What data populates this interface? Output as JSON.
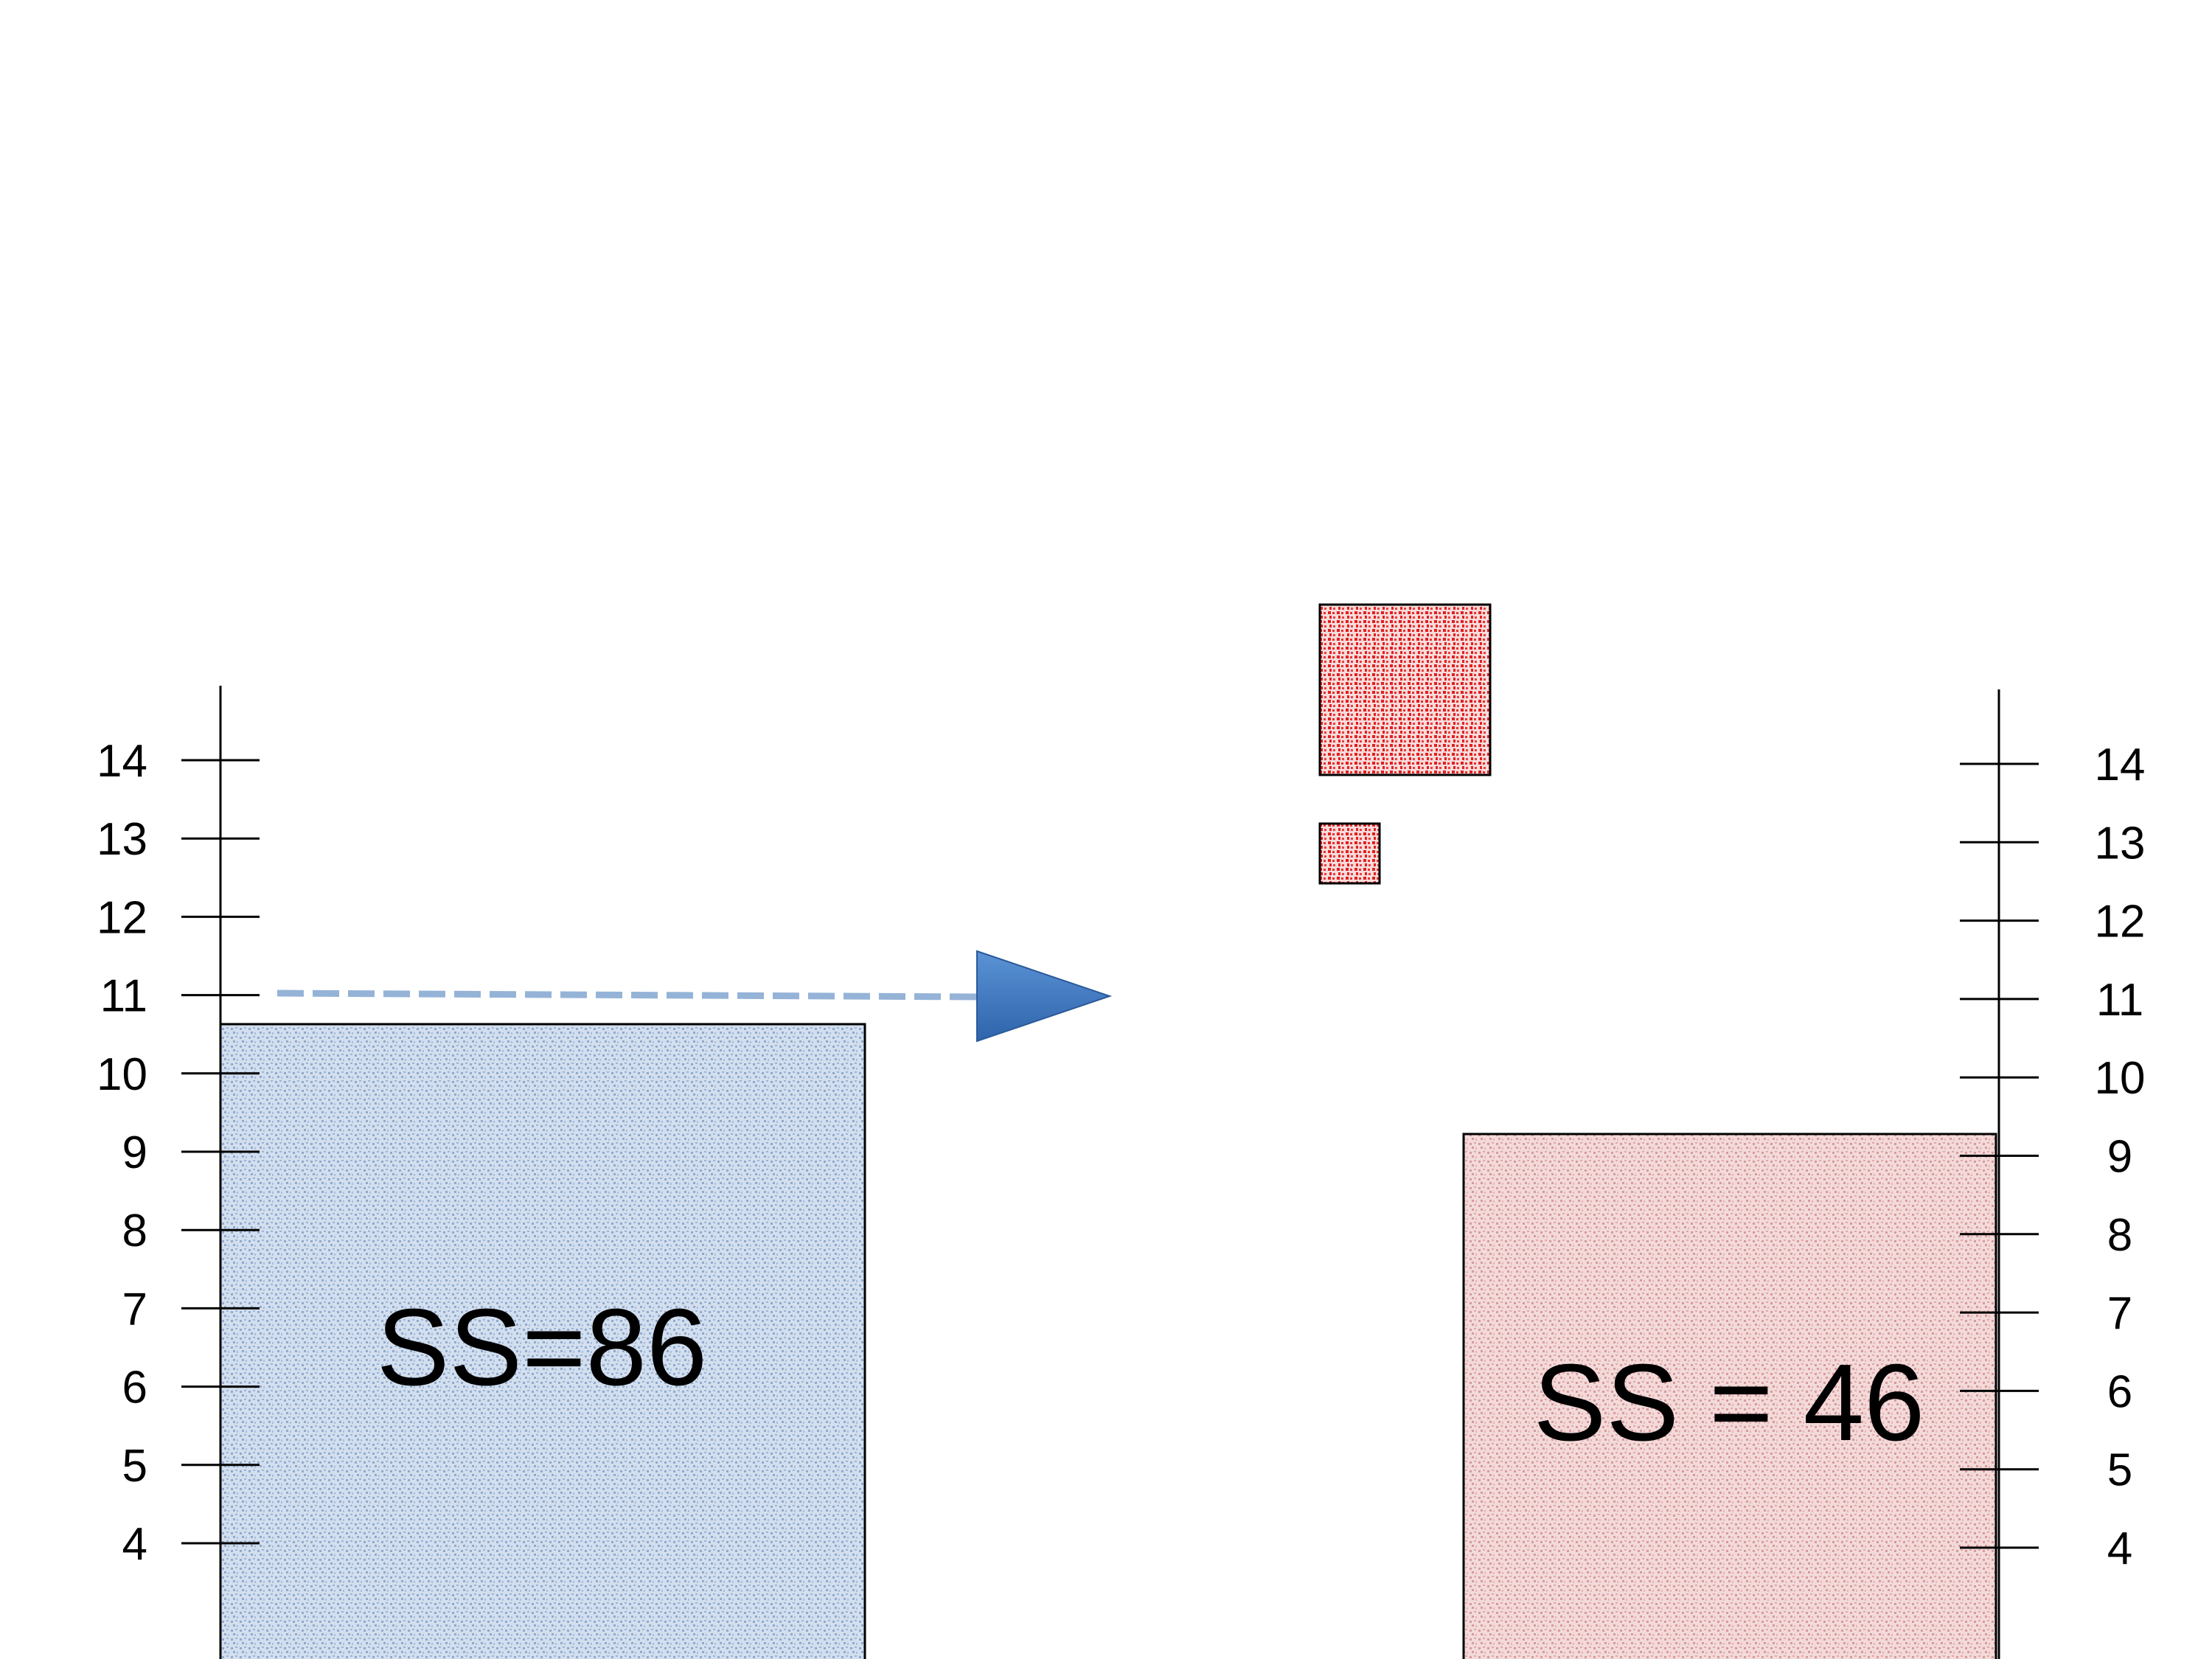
{
  "left_panel": {
    "label": "SS=86",
    "box_fill": "#c9d8eb",
    "box_dot": "#8faacf",
    "axis_ticks": [
      "14",
      "13",
      "12",
      "11",
      "10",
      "9",
      "8",
      "7",
      "6",
      "5",
      "4"
    ],
    "box_top_value": 10.65
  },
  "right_panel": {
    "label": "SS = 46",
    "box_fill": "#f1d2d2",
    "box_dot": "#d99a9a",
    "axis_ticks": [
      "14",
      "13",
      "12",
      "11",
      "10",
      "9",
      "8",
      "7",
      "6",
      "5",
      "4"
    ],
    "box_top_value": 9.3
  },
  "arrow": {
    "level_value": 11,
    "line_color": "#95b3d7",
    "head_color": "#3d78c2"
  },
  "legend_squares": {
    "fill": "#f7d4d4",
    "dot": "#e02020"
  }
}
